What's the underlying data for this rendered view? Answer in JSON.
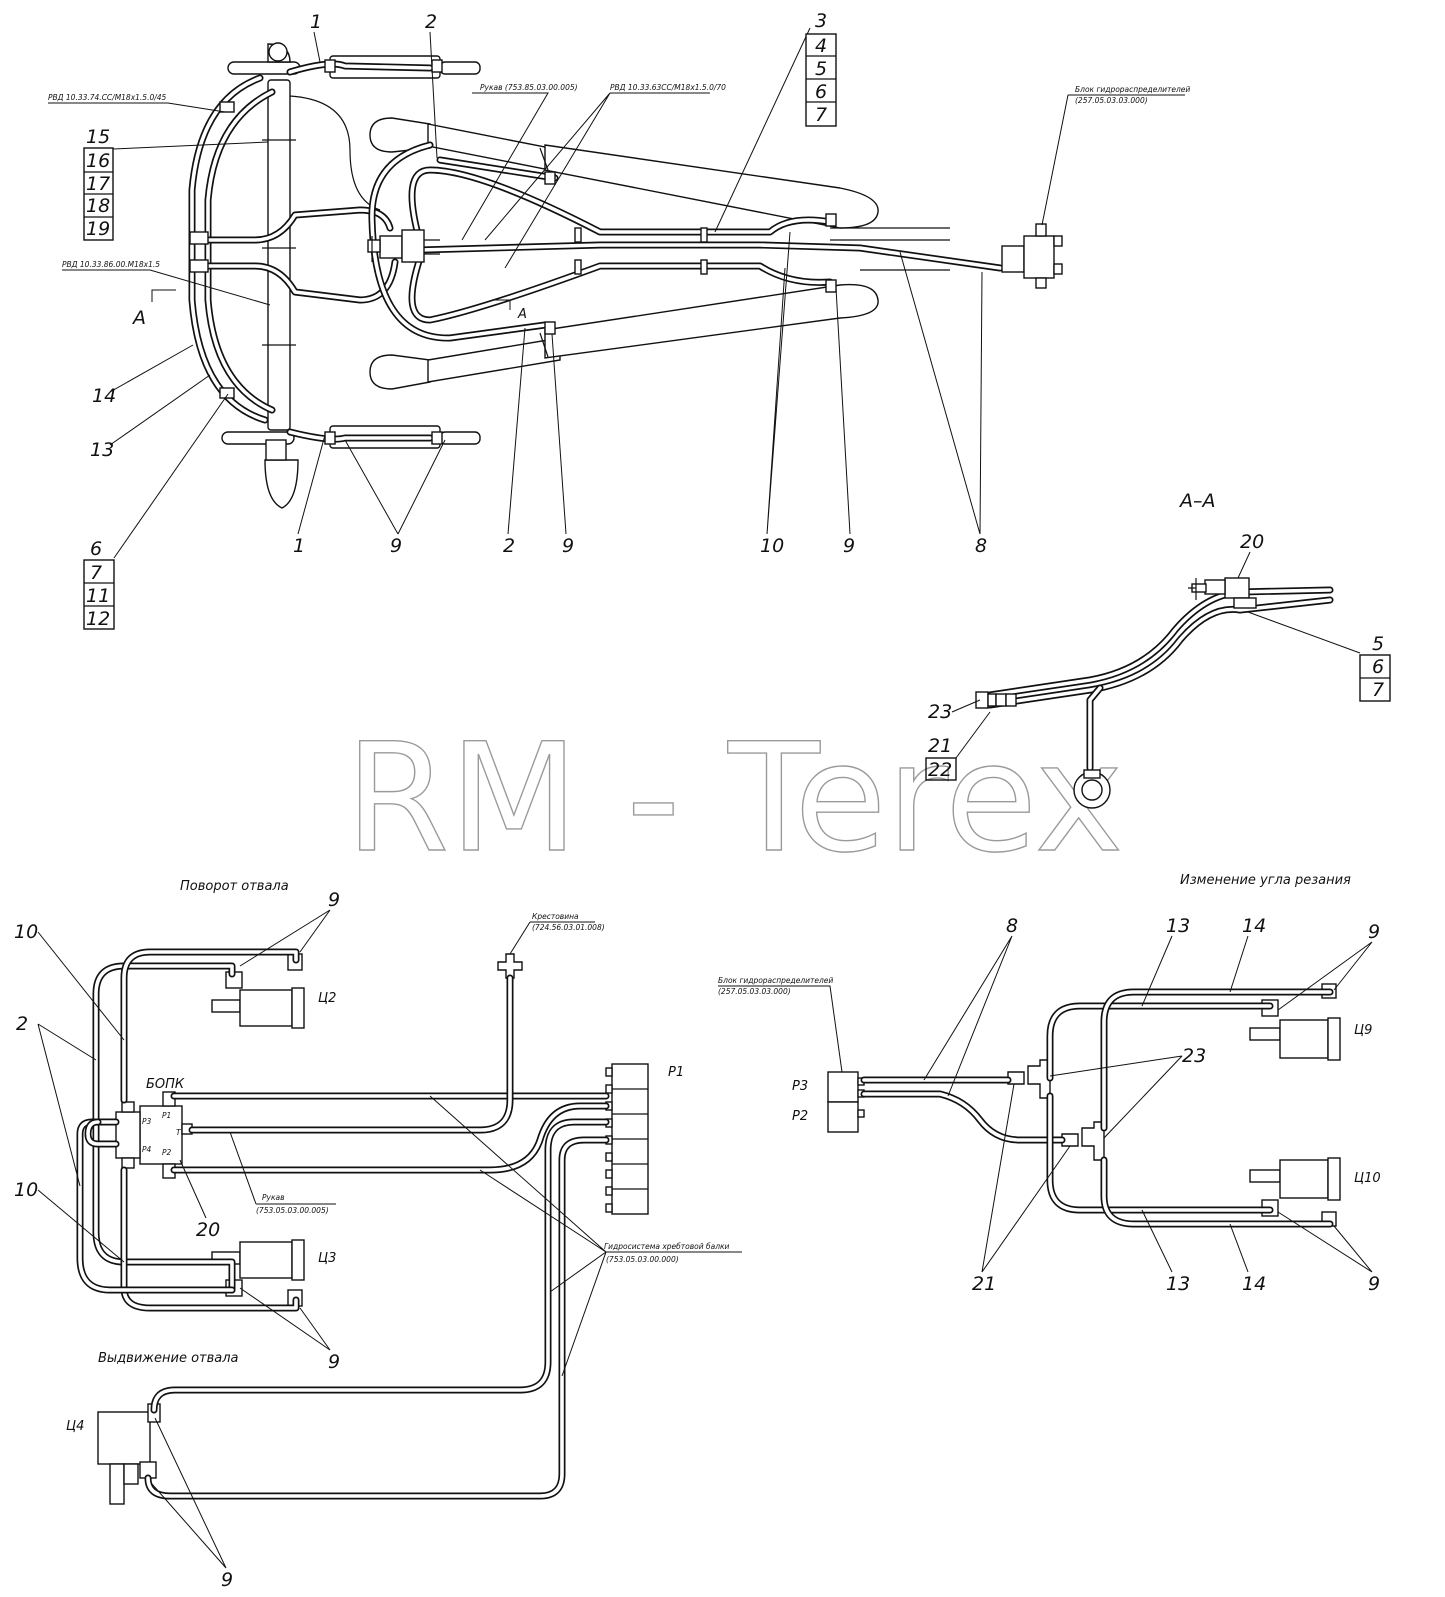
{
  "watermark": "RM - Terex",
  "section_title": "А–А",
  "section_cut": "А",
  "notes": {
    "rvd_74": "РВД 10.33.74.СС/М18х1.5.0/45",
    "rukav_top": "Рукав (753.85.03.00.005)",
    "rvd_63": "РВД 10.33.63СС/М18х1.5.0/70",
    "blok_top": "Блок гидрораспределителей",
    "blok_top_code": "(257.05.03.03.000)",
    "rvd_86": "РВД 10.33.86.00.М18х1.5",
    "krestovina": "Крестовина",
    "krestovina_code": "(724.56.03.01.008)",
    "rukav_bottom": "Рукав",
    "rukav_bottom_code": "(753.05.03.00.005)",
    "gidrosistema": "Гидросистема хребтовой балки",
    "gidrosistema_code": "(753.05.03.00.000)",
    "blok_right": "Блок гидрораспределителей",
    "blok_right_code": "(257.05.03.03.000)"
  },
  "captions": {
    "povorot": "Поворот отвала",
    "vydvizhenie": "Выдвижение отвала",
    "izmenenie": "Изменение угла резания"
  },
  "components": {
    "bopk": "БОПК",
    "c2": "Ц2",
    "c3": "Ц3",
    "c4": "Ц4",
    "c9": "Ц9",
    "c10": "Ц10",
    "p1": "Р1",
    "p2": "Р2",
    "p3": "Р3",
    "port_p1": "Р1",
    "port_p2": "Р2",
    "port_p3": "Р3",
    "port_p4": "Р4",
    "port_t": "Т"
  },
  "tables": {
    "t3": [
      "3",
      "4",
      "5",
      "6",
      "7"
    ],
    "t15": [
      "15",
      "16",
      "17",
      "18",
      "19"
    ],
    "t6": [
      "6",
      "7",
      "11",
      "12"
    ],
    "t5": [
      "5",
      "6",
      "7"
    ],
    "t21": [
      "21",
      "22"
    ]
  },
  "callouts": {
    "c1a": "1",
    "c2a": "2",
    "c14": "14",
    "c13": "13",
    "c1b": "1",
    "c9a": "9",
    "c2b": "2",
    "c9b": "9",
    "c10a": "10",
    "c9c": "9",
    "c8a": "8",
    "c20a": "20",
    "c23a": "23",
    "c9d": "9",
    "c10b": "10",
    "c2c": "2",
    "c10c": "10",
    "c20b": "20",
    "c9e": "9",
    "c9f": "9",
    "c8b": "8",
    "c13a": "13",
    "c14a": "14",
    "c9g": "9",
    "c23b": "23",
    "c21": "21",
    "c13b": "13",
    "c14b": "14",
    "c9h": "9"
  }
}
